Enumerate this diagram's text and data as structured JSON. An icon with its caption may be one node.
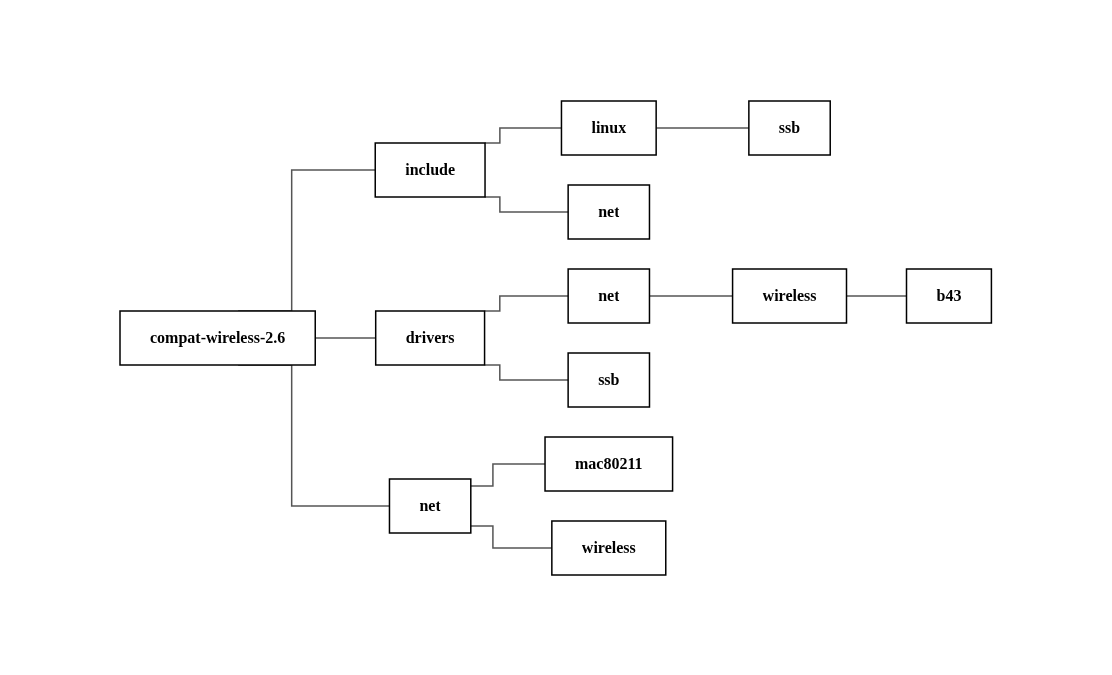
{
  "diagram": {
    "nodes": [
      {
        "text": [
          "compat-wireless-2.6"
        ]
      },
      {
        "text": [
          "include"
        ]
      },
      {
        "text": [
          "linux"
        ]
      },
      {
        "text": [
          "ssb"
        ]
      },
      {
        "text": [
          "net"
        ]
      },
      {
        "text": [
          "drivers"
        ]
      },
      {
        "text": [
          "net"
        ]
      },
      {
        "text": [
          "wireless"
        ]
      },
      {
        "text": [
          "b43"
        ]
      },
      {
        "text": [
          "ssb"
        ]
      },
      {
        "text": [
          "net"
        ]
      },
      {
        "text": [
          "mac80211"
        ]
      },
      {
        "text": [
          "wireless"
        ]
      }
    ],
    "edges": [
      {
        "from": 0,
        "to": 1,
        "arrow": "none"
      },
      {
        "from": 0,
        "to": 5,
        "arrow": "none"
      },
      {
        "from": 0,
        "to": 10,
        "arrow": "none"
      },
      {
        "from": 1,
        "to": 2,
        "arrow": "none"
      },
      {
        "from": 1,
        "to": 4,
        "arrow": "none"
      },
      {
        "from": 2,
        "to": 3,
        "arrow": "none"
      },
      {
        "from": 5,
        "to": 6,
        "arrow": "none"
      },
      {
        "from": 5,
        "to": 9,
        "arrow": "none"
      },
      {
        "from": 6,
        "to": 7,
        "arrow": "none"
      },
      {
        "from": 7,
        "to": 8,
        "arrow": "none"
      },
      {
        "from": 10,
        "to": 11,
        "arrow": "none"
      },
      {
        "from": 10,
        "to": 12,
        "arrow": "none"
      }
    ]
  }
}
